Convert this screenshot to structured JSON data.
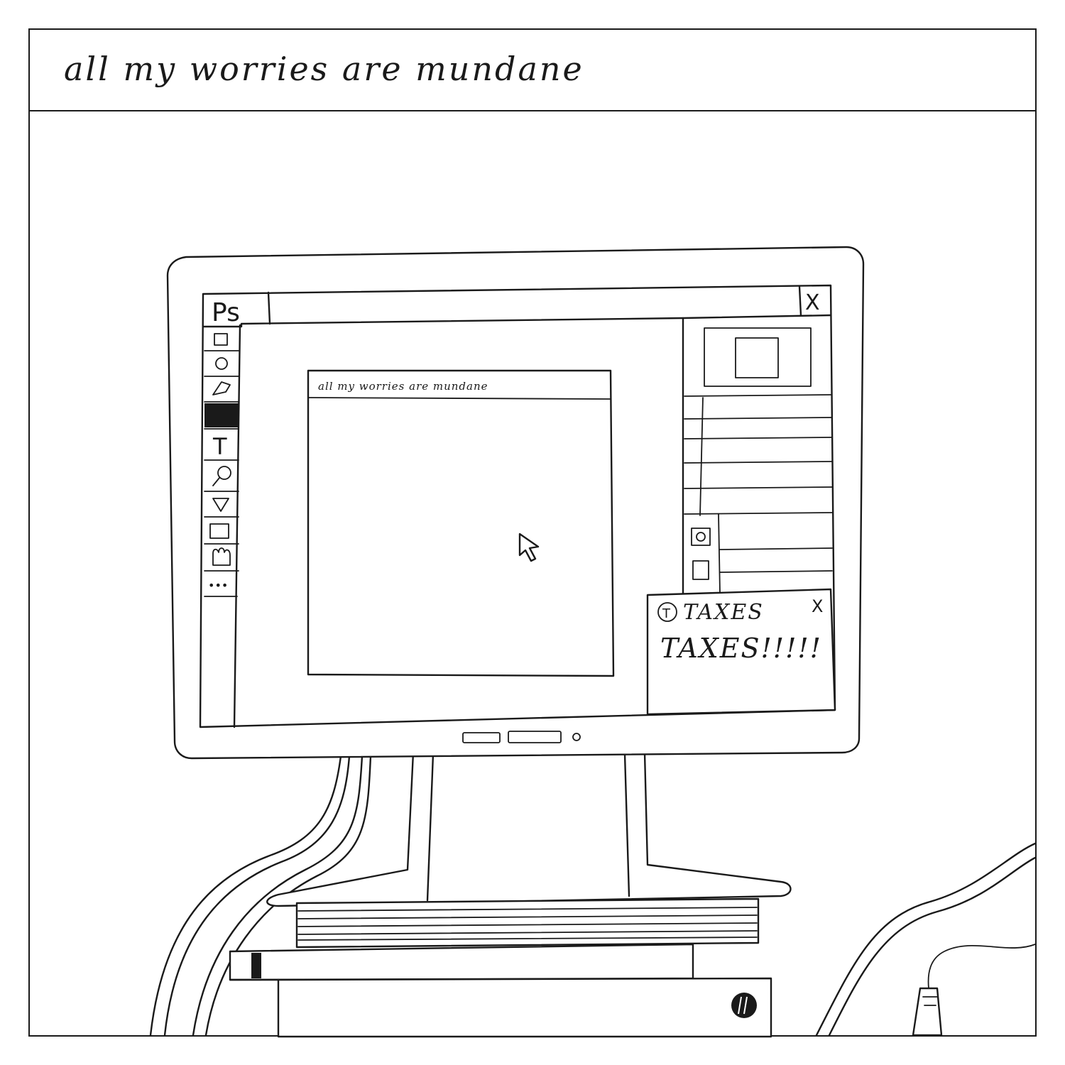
{
  "panel": {
    "title": "all my worries are mundane"
  },
  "photoshop": {
    "app_badge": "Ps",
    "close_glyph": "X",
    "canvas_document_title": "all my worries are mundane",
    "more_tools_glyph": "•••",
    "tools": [
      {
        "icon": "rectangle-select-icon"
      },
      {
        "icon": "ellipse-select-icon"
      },
      {
        "icon": "eraser-icon"
      },
      {
        "icon": "color-swatch-icon"
      },
      {
        "icon": "text-tool-icon",
        "glyph": "T"
      },
      {
        "icon": "zoom-tool-icon"
      },
      {
        "icon": "fill-tool-icon"
      },
      {
        "icon": "frame-tool-icon"
      },
      {
        "icon": "hand-tool-icon"
      },
      {
        "icon": "more-tools-icon"
      }
    ]
  },
  "notification": {
    "app_icon_glyph": "T",
    "title": "TAXES",
    "message": "TAXES!!!!!",
    "close_glyph": "X"
  }
}
